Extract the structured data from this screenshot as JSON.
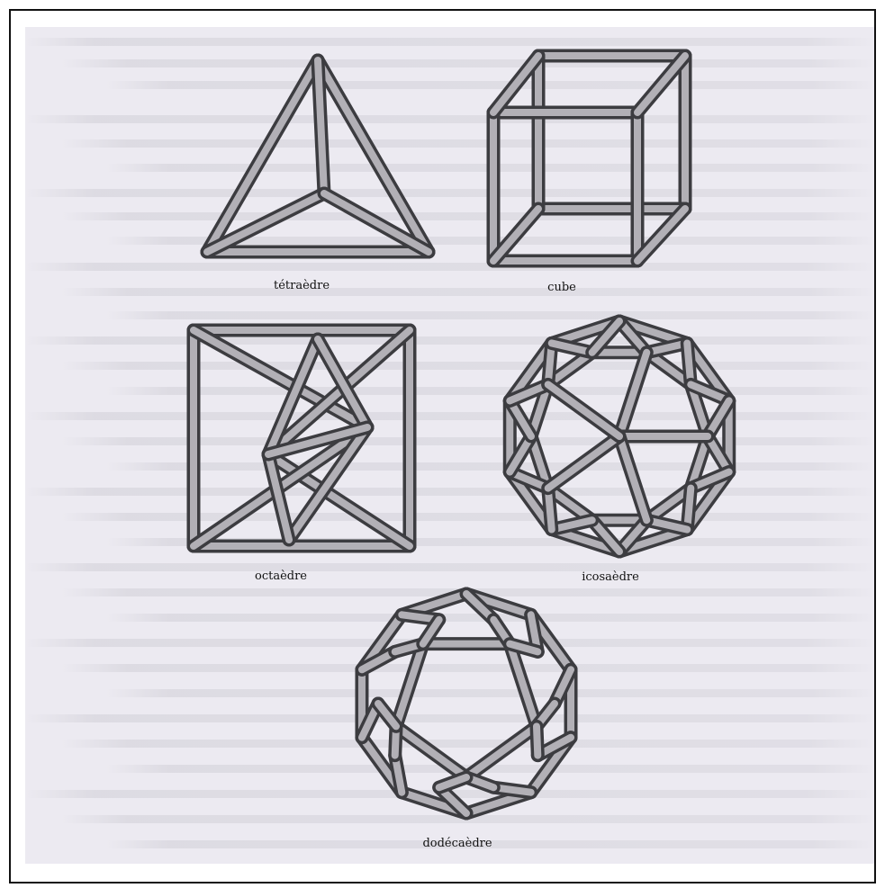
{
  "figure": {
    "captions": {
      "tetrahedron": "tétraèdre",
      "cube": "cube",
      "octahedron": "octaèdre",
      "icosahedron": "icosaèdre",
      "dodecahedron": "dodécaèdre"
    }
  },
  "background_text_faint": true,
  "colors": {
    "page": "#eceaf1",
    "frame_border": "#111111",
    "rod_dark": "#3c3c40",
    "rod_light": "#b2b0b6"
  }
}
